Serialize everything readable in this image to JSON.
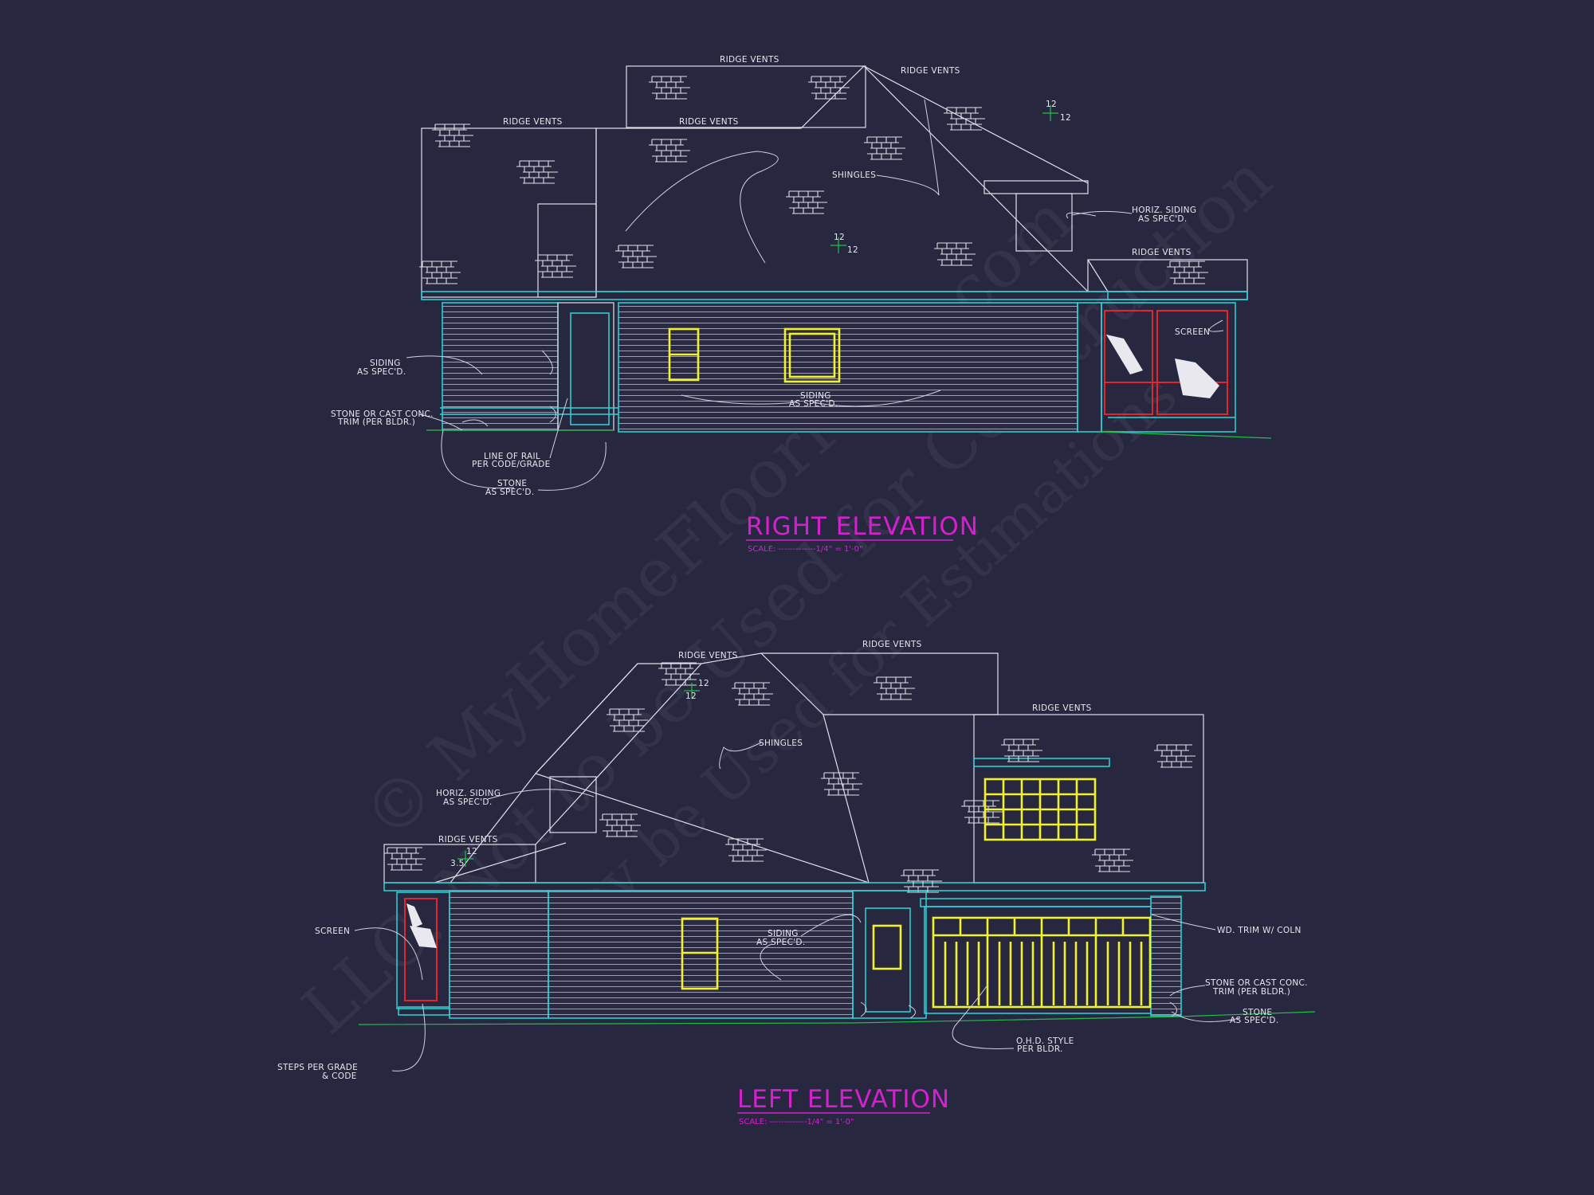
{
  "palette": {
    "background": "#27283f",
    "line_white": "#dfe0ea",
    "line_cyan": "#2fd6d9",
    "window_yellow": "#f1f12c",
    "screen_red": "#e2262e",
    "grade_green": "#22c046",
    "title_magenta": "#d51fd0"
  },
  "watermark": {
    "line1": "© MyHomeFloorPlans.com",
    "line2": "LLC. Not to be Used for Construction",
    "line3": "May be Used for Estimations"
  },
  "right_elevation": {
    "title": "RIGHT ELEVATION",
    "scale": "SCALE: -------------1/4\" = 1'-0\"",
    "labels": {
      "ridge_vents_1": "RIDGE VENTS",
      "ridge_vents_2": "RIDGE VENTS",
      "ridge_vents_3": "RIDGE VENTS",
      "ridge_vents_4": "RIDGE VENTS",
      "ridge_vents_5": "RIDGE VENTS",
      "shingles": "SHINGLES",
      "horiz_siding_1": "HORIZ. SIDING",
      "horiz_siding_2": "AS SPEC'D.",
      "screen": "SCREEN",
      "siding_left_1": "SIDING",
      "siding_left_2": "AS SPEC'D.",
      "siding_mid_1": "SIDING",
      "siding_mid_2": "AS SPEC'D.",
      "stone_trim_1": "STONE OR CAST CONC.",
      "stone_trim_2": "TRIM (PER BLDR.)",
      "rail_1": "LINE OF RAIL",
      "rail_2": "PER CODE/GRADE",
      "stone_1": "STONE",
      "stone_2": "AS SPEC'D.",
      "pitch_a_rise": "12",
      "pitch_a_run": "12",
      "pitch_b_rise": "12",
      "pitch_b_run": "12"
    }
  },
  "left_elevation": {
    "title": "LEFT ELEVATION",
    "scale": "SCALE: -------------1/4\" = 1'-0\"",
    "labels": {
      "ridge_vents_1": "RIDGE VENTS",
      "ridge_vents_2": "RIDGE VENTS",
      "ridge_vents_3": "RIDGE VENTS",
      "ridge_vents_4": "RIDGE VENTS",
      "shingles": "SHINGLES",
      "horiz_siding_1": "HORIZ. SIDING",
      "horiz_siding_2": "AS SPEC'D.",
      "screen": "SCREEN",
      "siding_1": "SIDING",
      "siding_2": "AS SPEC'D.",
      "wd_trim": "WD. TRIM W/ COLN",
      "stone_trim_1": "STONE OR CAST CONC.",
      "stone_trim_2": "TRIM (PER BLDR.)",
      "stone_1": "STONE",
      "stone_2": "AS SPEC'D.",
      "ohd_1": "O.H.D. STYLE",
      "ohd_2": "PER BLDR.",
      "steps_1": "STEPS PER GRADE",
      "steps_2": "& CODE",
      "pitch_a_rise": "12",
      "pitch_a_run": "12",
      "pitch_b_rise": "3.5",
      "pitch_b_run": "12"
    }
  }
}
